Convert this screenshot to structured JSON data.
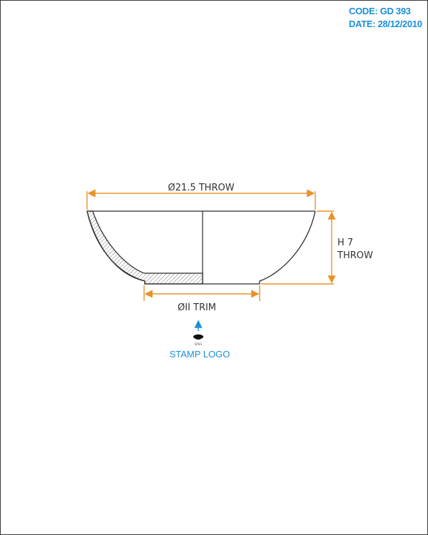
{
  "header": {
    "code": "CODE: GD 393",
    "date": "DATE: 28/12/2010"
  },
  "drawing": {
    "diameter_label": "Ø21.5 THROW",
    "height_label_line1": "H 7",
    "height_label_line2": "THROW",
    "base_label": "ØII TRIM",
    "stamp_label": "STAMP LOGO",
    "stamp_mark": "SPSG"
  },
  "colors": {
    "accent_blue": "#1a8fd6",
    "dimension_orange": "#e8922a",
    "outline": "#2a2a2a"
  }
}
